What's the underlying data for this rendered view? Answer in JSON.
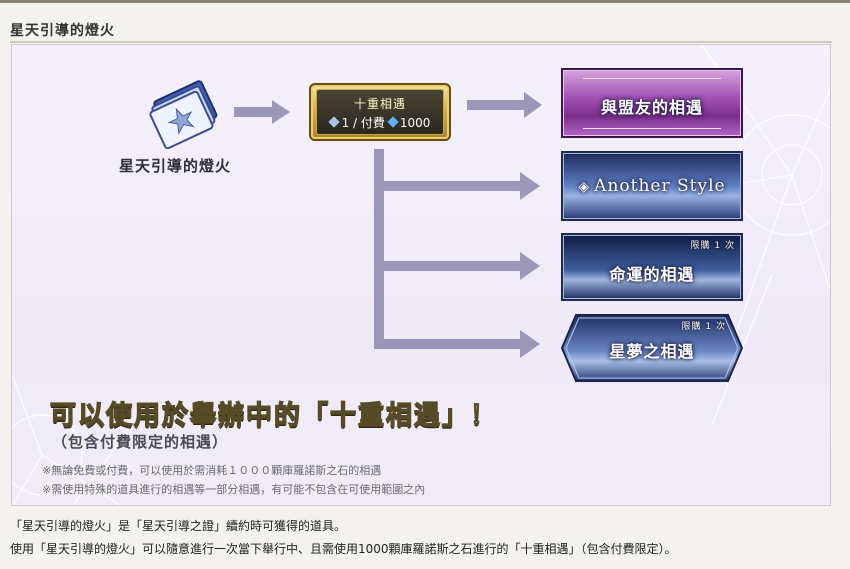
{
  "page": {
    "title": "星天引導的燈火"
  },
  "banner": {
    "item_label": "星天引導的燈火",
    "gacha_button": {
      "title": "十重相遇",
      "cost_prefix": "1 / 付費",
      "cost_amount": "1000"
    },
    "targets": [
      {
        "label": "與盟友的相遇",
        "badge": ""
      },
      {
        "label": "Another Style",
        "badge": ""
      },
      {
        "label": "命運的相遇",
        "badge": "限購 1 次"
      },
      {
        "label": "星夢之相遇",
        "badge": "限購 1 次"
      }
    ],
    "headline": "可以使用於舉辦中的「十重相遇」！",
    "subline": "（包含付費限定的相遇）",
    "notes": [
      "※無論免費或付費，可以使用於需消耗１０００顆庫羅諾斯之石的相遇",
      "※需使用特殊的道具進行的相遇等一部分相遇，有可能不包含在可使用範圍之內"
    ]
  },
  "description": {
    "line1": "「星天引導的燈火」是「星天引導之證」續約時可獲得的道具。",
    "line2": "使用「星天引導的燈火」可以隨意進行一次當下舉行中、且需使用1000顆庫羅諾斯之石進行的「十重相遇」（包含付費限定）。"
  },
  "colors": {
    "accent_gold": "#d9b24e",
    "ally_purple": "#a454b5",
    "style_blue": "#5f7fc4",
    "headline_yellow": "#ffe98a",
    "arrow_gray": "#9a97b8"
  }
}
